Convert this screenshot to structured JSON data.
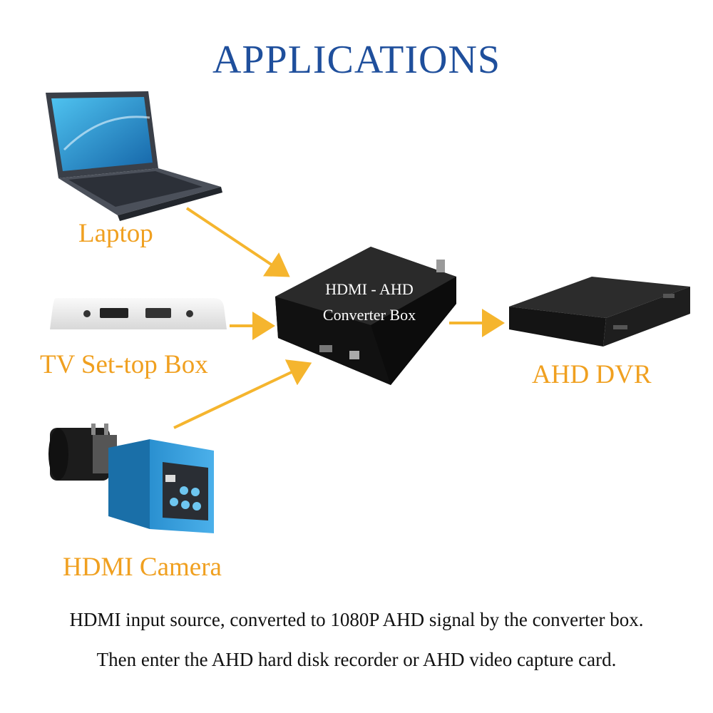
{
  "title": "APPLICATIONS",
  "converter": {
    "line1": "HDMI - AHD",
    "line2": "Converter Box"
  },
  "sources": [
    {
      "label": "Laptop"
    },
    {
      "label": "TV Set-top Box"
    },
    {
      "label": "HDMI Camera"
    }
  ],
  "destination": {
    "label": "AHD DVR"
  },
  "caption": {
    "line1": "HDMI input source, converted to 1080P AHD signal by the converter box.",
    "line2": "Then enter the AHD hard disk recorder or AHD video capture card."
  },
  "colors": {
    "title": "#1f4f9c",
    "label": "#f0a020",
    "arrow": "#f5b52e",
    "caption": "#111111"
  }
}
